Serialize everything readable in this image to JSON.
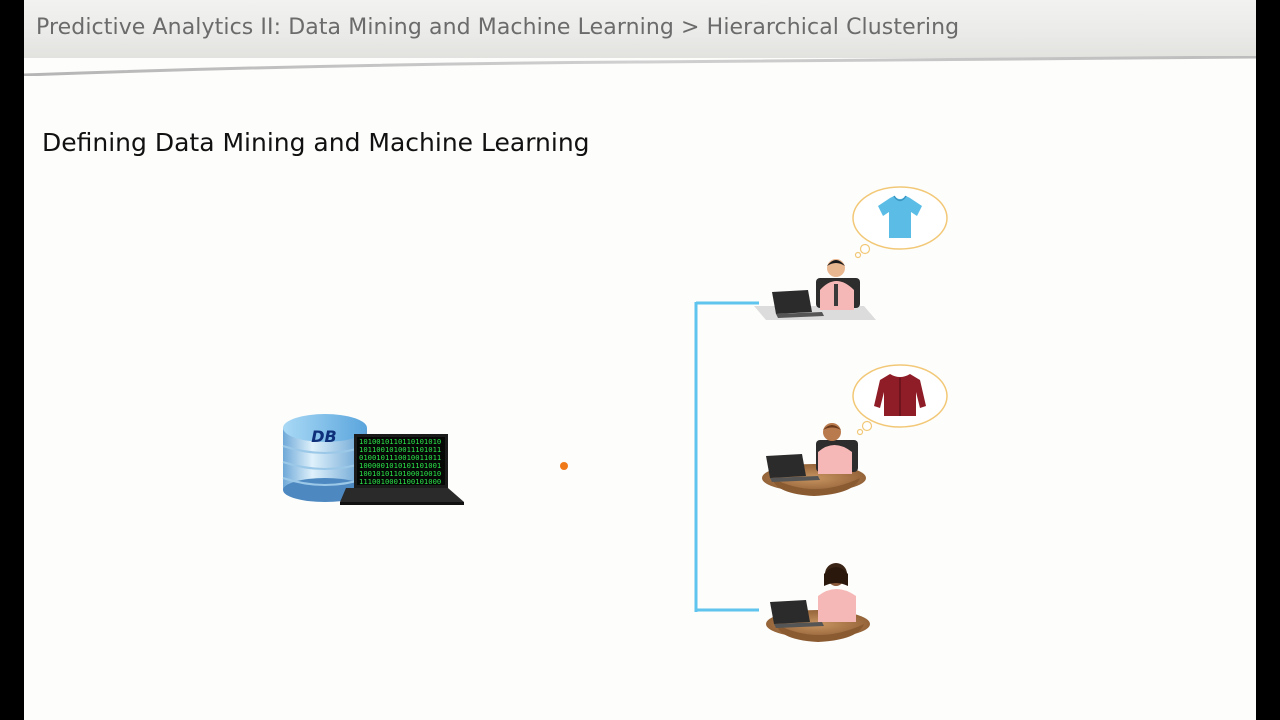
{
  "header": {
    "breadcrumb": "Predictive Analytics II: Data Mining and Machine Learning > Hierarchical Clustering"
  },
  "slide": {
    "title": "Defining Data Mining and Machine Learning"
  },
  "illustration": {
    "database_label": "DB",
    "binary_lines": [
      "1010010110110101010",
      "1011001010011101011",
      "0100101110010011011",
      "1000001010101101001",
      "1001010110100010010",
      "1110010001100101000"
    ],
    "thought_items": [
      "t-shirt-icon",
      "sweater-icon"
    ],
    "colors": {
      "connector": "#5fc4ee",
      "signal_dot": "#f07a1a",
      "thought_border": "#f2c877",
      "tshirt": "#5bbde6",
      "sweater": "#8e1d28",
      "shirt_pink": "#f6b8b6",
      "terminal_green": "#2be34a"
    }
  }
}
